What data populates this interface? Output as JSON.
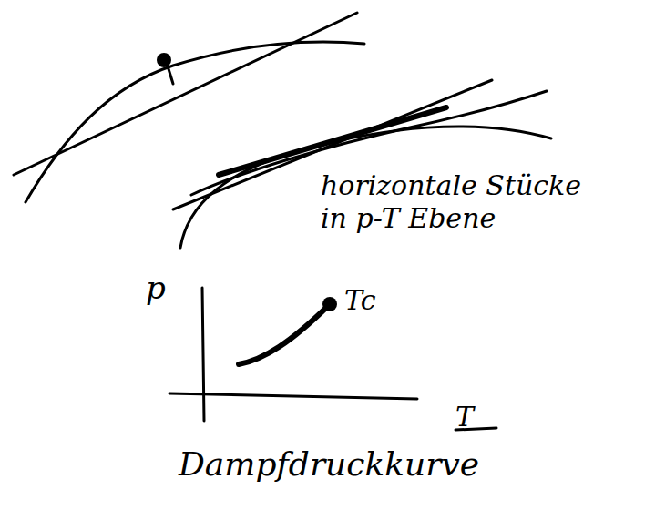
{
  "diagram": {
    "labels": [
      "horizontale Stücke in p-T Ebene",
      "p",
      "Tc",
      "T",
      "Dampfdruckkurve"
    ]
  }
}
